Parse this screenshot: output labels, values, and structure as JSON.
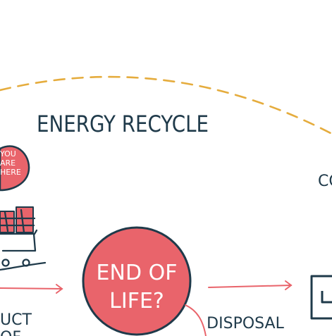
{
  "diagram": {
    "loop_label": "ENERGY RECYCLE",
    "you_are_here": [
      "YOU",
      "ARE",
      "HERE"
    ],
    "right_partial_label": "CO",
    "center_node": [
      "END OF",
      "LIFE?"
    ],
    "disposal_label": "DISPOSAL",
    "product_partial_label": [
      "UCT",
      "OF"
    ]
  },
  "colors": {
    "ink": "#1f3a4a",
    "coral": "#e9646b",
    "gold": "#e5ac3d"
  },
  "icons": [
    "map-pin-icon",
    "shopping-cart-icon",
    "disposal-bin-icon"
  ]
}
